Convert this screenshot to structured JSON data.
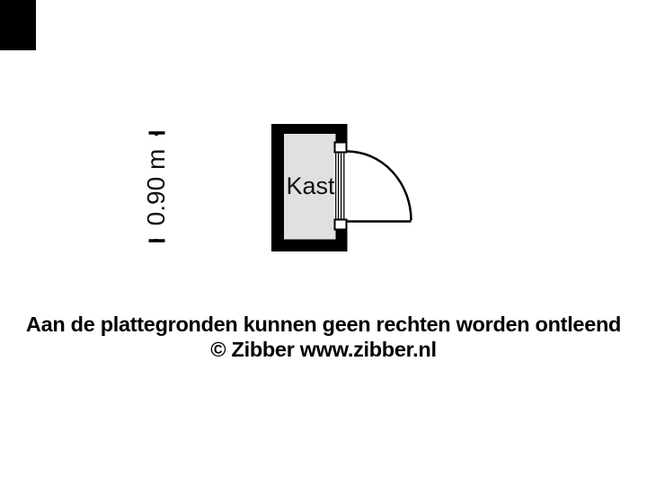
{
  "plan": {
    "room": {
      "label": "Kast"
    },
    "dimension": {
      "label": "0.90 m"
    }
  },
  "disclaimer": {
    "line1": "Aan de plattegronden kunnen geen rechten worden ontleend",
    "line2": "© Zibber www.zibber.nl"
  },
  "colors": {
    "wall": "#000000",
    "floor": "#e0e0e0",
    "line": "#000000",
    "pill": "#ffffff",
    "background": "#ffffff"
  }
}
